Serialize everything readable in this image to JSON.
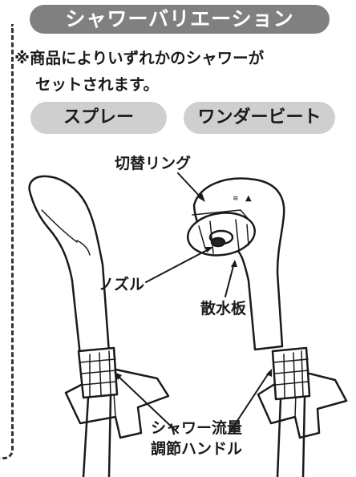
{
  "title": "シャワーバリエーション",
  "note": {
    "line1": "※商品によりいずれかのシャワーが",
    "line2": "セットされます。"
  },
  "types": {
    "left": "スプレー",
    "right": "ワンダービート"
  },
  "labels": {
    "ring": "切替リング",
    "nozzle": "ノズル",
    "spray_plate": "散水板",
    "flow_valve_line1": "シャワー流量",
    "flow_valve_line2": "調節ハンドル"
  }
}
